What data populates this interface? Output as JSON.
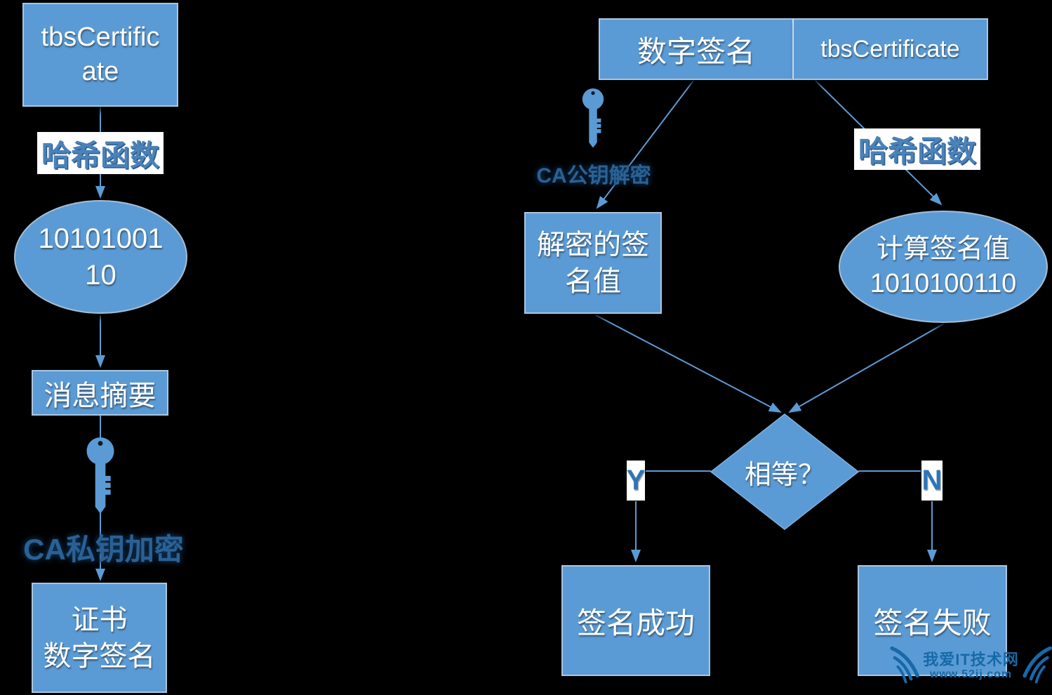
{
  "colors": {
    "background": "#000000",
    "node_fill": "#5b9bd5",
    "node_text": "#ffffff",
    "connector": "#5b9bd5",
    "hash_label_text": "#4b82b8",
    "key_caption_text": "#2a6195",
    "yes_no_text": "#2e75b6",
    "watermark": "#1769a8"
  },
  "left_flow": {
    "tbs_box": {
      "line1": "tbsCertific",
      "line2": "ate"
    },
    "hash_label": "哈希函数",
    "digest_ellipse": {
      "line1": "10101001",
      "line2": "10"
    },
    "digest_box": "消息摘要",
    "key_caption": "CA私钥加密",
    "cert_sig_box": {
      "line1": "证书",
      "line2": "数字签名"
    }
  },
  "verify_flow": {
    "header_digital_signature": "数字签名",
    "header_tbs": "tbsCertificate",
    "key_caption": "CA公钥解密",
    "decrypted_box": {
      "line1": "解密的签",
      "line2": "名值"
    },
    "hash_label": "哈希函数",
    "computed_ellipse": {
      "line1": "计算签名值",
      "line2": "1010100110"
    },
    "decision_diamond": "相等？",
    "branch_yes": "Y",
    "branch_no": "N",
    "success_box": "签名成功",
    "fail_box": "签名失败"
  },
  "watermark": {
    "site_name": "我爱IT技术网",
    "site_url": "www.52ij.com"
  }
}
